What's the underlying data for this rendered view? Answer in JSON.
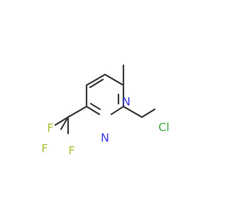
{
  "molecule": {
    "atoms": [
      {
        "id": "N1",
        "label": "N",
        "color": "#3b3be6"
      },
      {
        "id": "N2",
        "label": "N",
        "color": "#3b3be6"
      },
      {
        "id": "Cl",
        "label": "Cl",
        "color": "#3fae3f"
      },
      {
        "id": "F1",
        "label": "F",
        "color": "#b0c03a"
      },
      {
        "id": "F2",
        "label": "F",
        "color": "#b0c03a"
      },
      {
        "id": "F3",
        "label": "F",
        "color": "#b0c03a"
      }
    ],
    "bond_color": "#3a3a3a"
  }
}
